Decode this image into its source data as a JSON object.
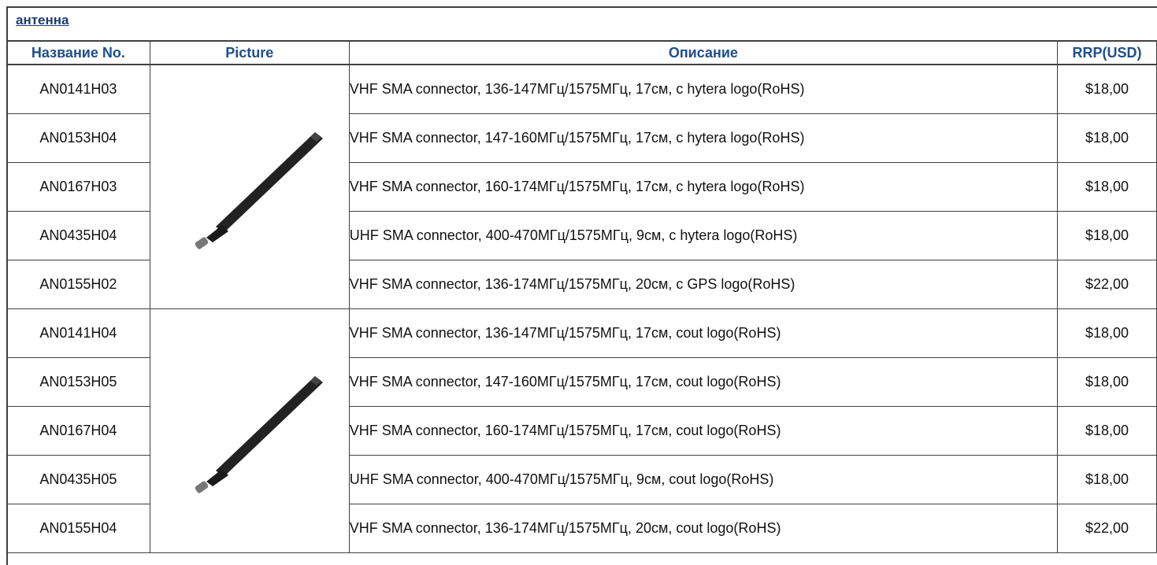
{
  "section": {
    "title": "антенна"
  },
  "table": {
    "headers": {
      "name": "Название No.",
      "picture": "Picture",
      "description": "Описание",
      "price": "RRP(USD)"
    },
    "rows": [
      {
        "code": "AN0141H03",
        "description": "VHF  SMA connector, 136-147МГц/1575МГц, 17см, с hytera logo(RoHS)",
        "price": "$18,00"
      },
      {
        "code": "AN0153H04",
        "description": "VHF  SMA connector, 147-160МГц/1575МГц, 17см, с hytera logo(RoHS)",
        "price": "$18,00"
      },
      {
        "code": "AN0167H03",
        "description": "VHF  SMA connector, 160-174МГц/1575МГц, 17см, с hytera logo(RoHS)",
        "price": "$18,00"
      },
      {
        "code": "AN0435H04",
        "description": "UHF  SMA connector, 400-470МГц/1575МГц, 9см, с hytera logo(RoHS)",
        "price": "$18,00"
      },
      {
        "code": "AN0155H02",
        "description": "VHF  SMA connector,  136-174МГц/1575МГц, 20см, с GPS logo(RoHS)",
        "price": "$22,00"
      },
      {
        "code": "AN0141H04",
        "description": "VHF  SMA connector, 136-147МГц/1575МГц, 17см, cout logo(RoHS)",
        "price": "$18,00"
      },
      {
        "code": "AN0153H05",
        "description": "VHF  SMA connector, 147-160МГц/1575МГц, 17см, cout logo(RoHS)",
        "price": "$18,00"
      },
      {
        "code": "AN0167H04",
        "description": "VHF  SMA connector, 160-174МГц/1575МГц, 17см, cout logo(RoHS)",
        "price": "$18,00"
      },
      {
        "code": "AN0435H05",
        "description": "UHF  SMA connector, 400-470МГц/1575МГц, 9см, cout logo(RoHS)",
        "price": "$18,00"
      },
      {
        "code": "AN0155H04",
        "description": "VHF  SMA connector,  136-174МГц/1575МГц, 20см, cout logo(RoHS)",
        "price": "$22,00"
      }
    ]
  },
  "pictures": [
    {
      "icon": "antenna-image",
      "rows": "1-5"
    },
    {
      "icon": "antenna-image",
      "rows": "6-10"
    }
  ]
}
